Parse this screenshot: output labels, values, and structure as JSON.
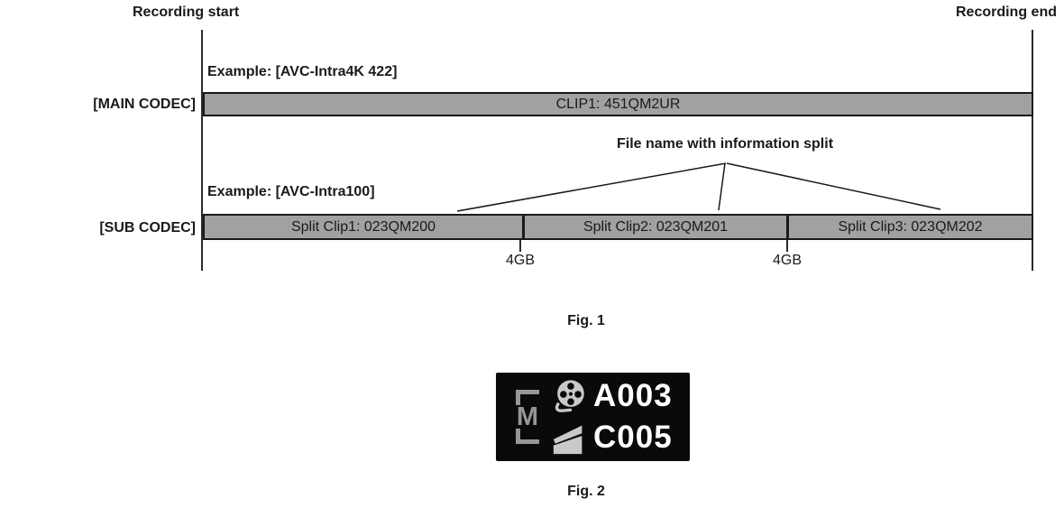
{
  "fig1": {
    "recording_start": "Recording start",
    "recording_end": "Recording end",
    "main_codec_label": "[MAIN CODEC]",
    "main_example": "Example: [AVC-Intra4K 422]",
    "main_clip": "CLIP1: 451QM2UR",
    "callout": "File name with information split",
    "sub_codec_label": "[SUB CODEC]",
    "sub_example": "Example: [AVC-Intra100]",
    "sub_clips": [
      "Split Clip1: 023QM200",
      "Split Clip2: 023QM201",
      "Split Clip3: 023QM202"
    ],
    "size_labels": [
      "4GB",
      "4GB"
    ],
    "caption": "Fig. 1",
    "colors": {
      "bar_fill": "#a1a1a1",
      "line": "#1a1a1a"
    }
  },
  "fig2": {
    "slot_letter": "M",
    "reel_clip": "A003",
    "clapper_clip": "C005",
    "caption": "Fig. 2",
    "icons": [
      "film-reel-icon",
      "clapperboard-icon"
    ],
    "colors": {
      "display_bg": "#0a0a0a",
      "icon_gray": "#c9c9c9",
      "bracket_gray": "#969696",
      "text_white": "#ffffff"
    }
  }
}
